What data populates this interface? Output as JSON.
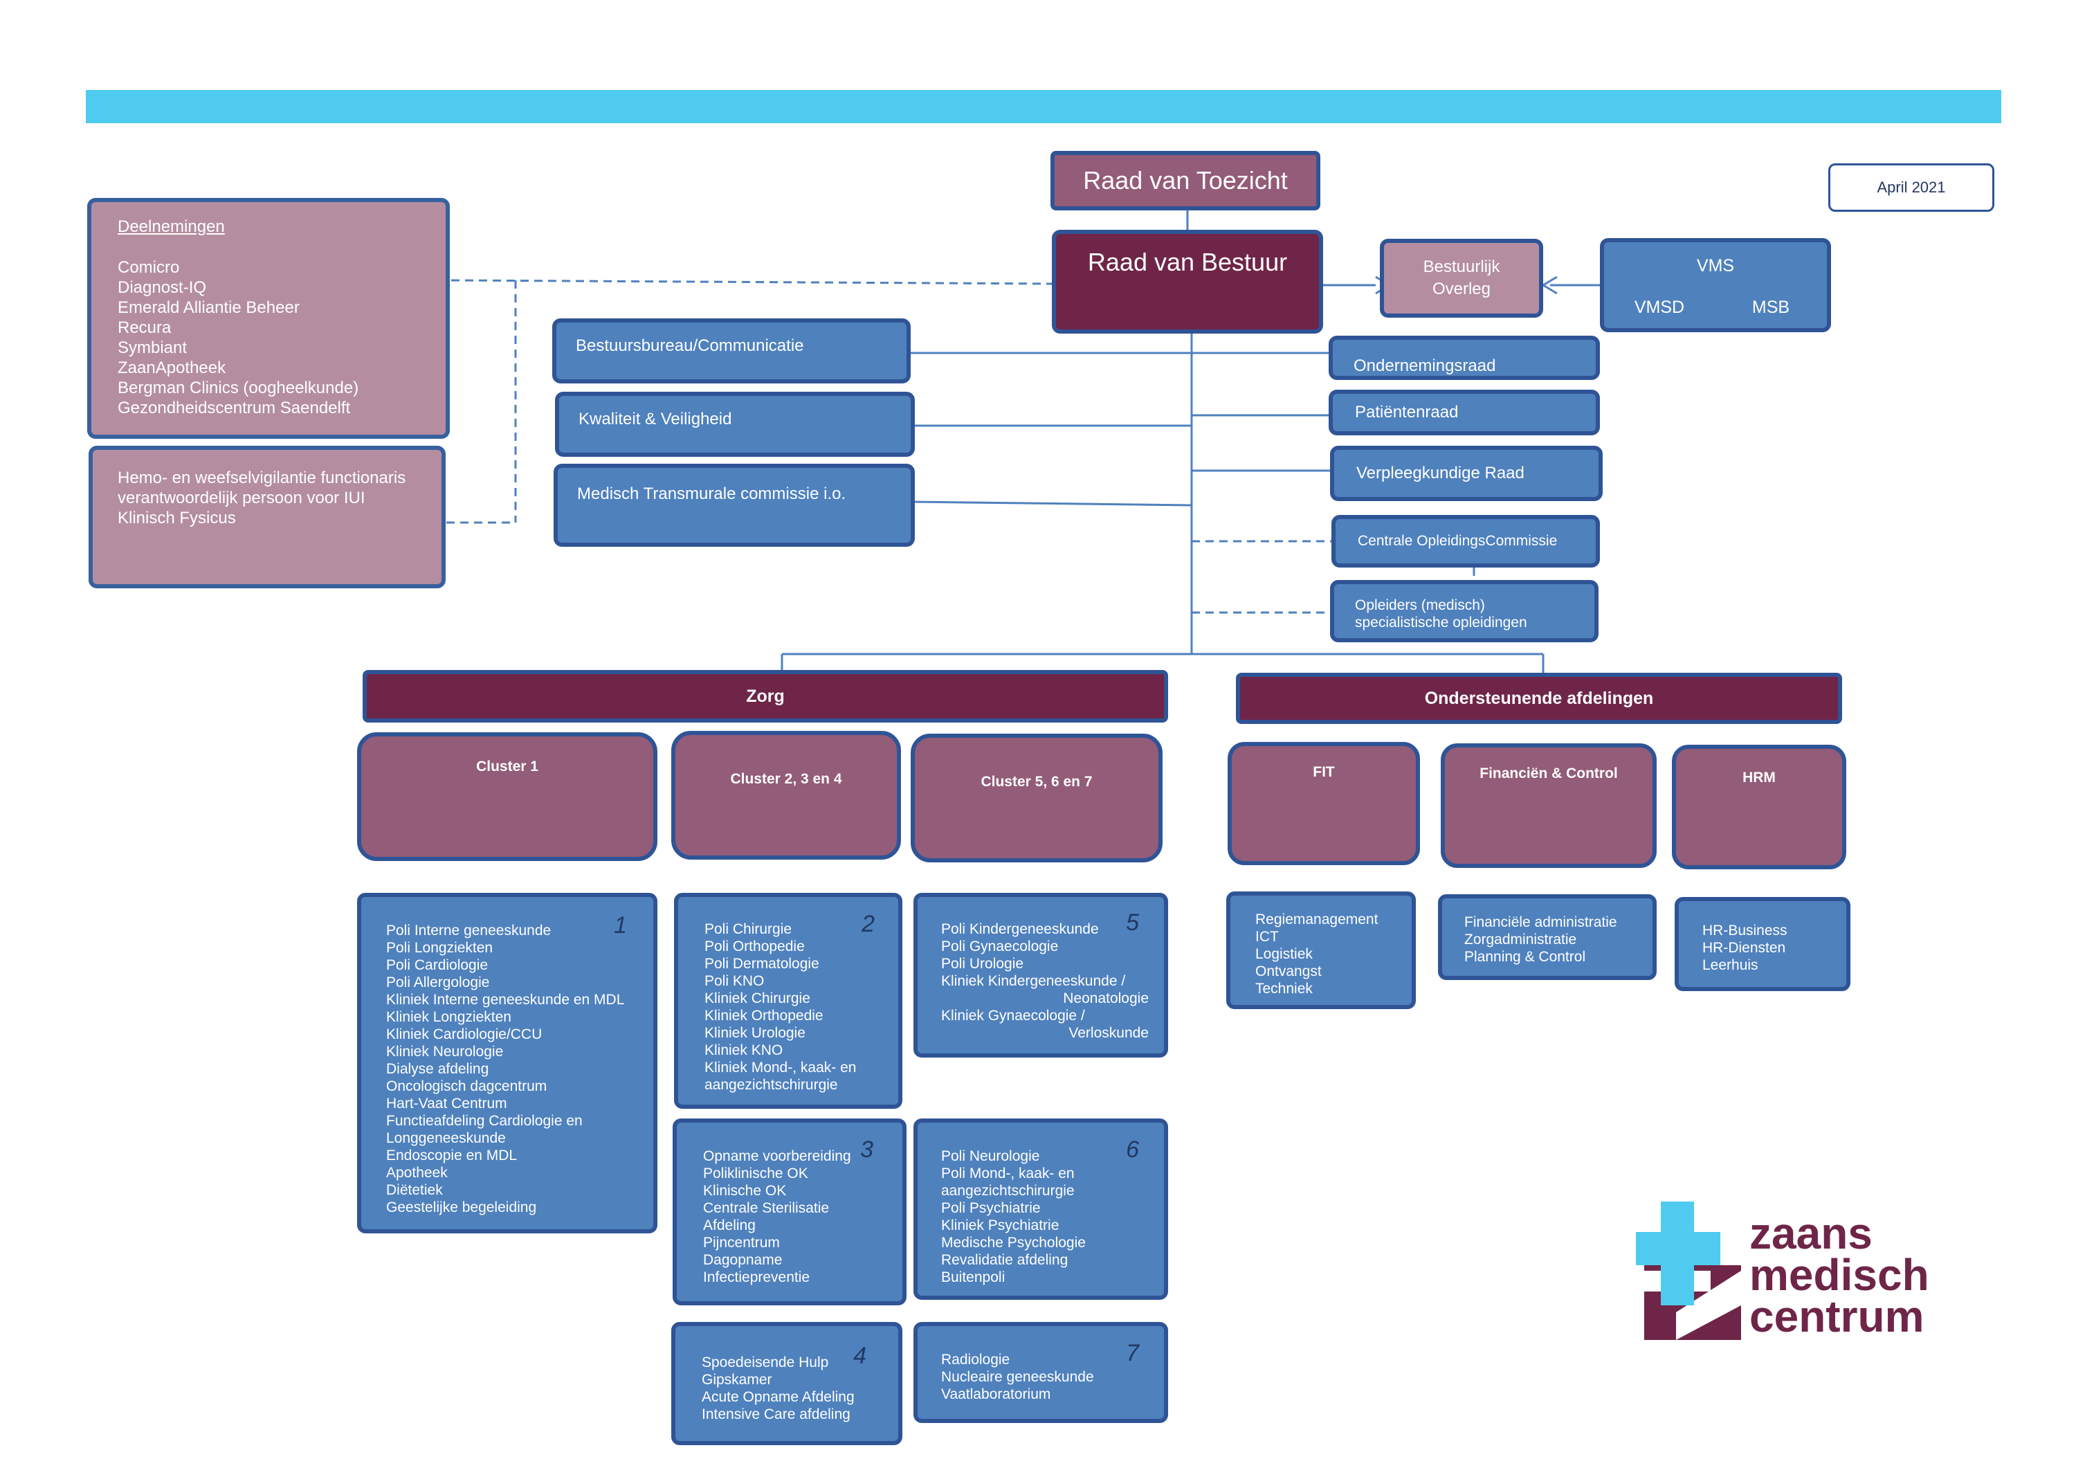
{
  "date_label": "April 2021",
  "governance": {
    "supervisory_board": "Raad van Toezicht",
    "executive_board": "Raad van Bestuur",
    "admin_consult": [
      "Bestuurlijk",
      "Overleg"
    ],
    "vms": {
      "title": "VMS",
      "left": "VMSD",
      "right": "MSB"
    }
  },
  "participations": {
    "heading": "Deelnemingen",
    "items": [
      "Comicro",
      "Diagnost-IQ",
      "Emerald Alliantie Beheer",
      "Recura",
      "Symbiant",
      "ZaanApotheek",
      "Bergman Clinics (oogheelkunde)",
      "Gezondheidscentrum Saendelft"
    ]
  },
  "officers": {
    "items": [
      "Hemo- en weefselvigilantie functionaris",
      "verantwoordelijk persoon voor IUI",
      "Klinisch Fysicus"
    ]
  },
  "staff_left": [
    "Bestuursbureau/Communicatie",
    "Kwaliteit & Veiligheid",
    "Medisch Transmurale commissie i.o."
  ],
  "councils": [
    "Ondernemingsraad",
    "Patiëntenraad",
    "Verpleegkundige Raad",
    "Centrale OpleidingsCommissie"
  ],
  "trainers": [
    "Opleiders (medisch)",
    "specialistische opleidingen"
  ],
  "divisions": {
    "care": "Zorg",
    "support": "Ondersteunende afdelingen"
  },
  "clusters": [
    "Cluster 1",
    "Cluster 2, 3 en 4",
    "Cluster 5, 6 en 7"
  ],
  "support_units": [
    "FIT",
    "Financiën & Control",
    "HRM"
  ],
  "groups": {
    "g1": {
      "num": "1",
      "items": [
        "Poli Interne geneeskunde",
        "Poli Longziekten",
        "Poli Cardiologie",
        "Poli Allergologie",
        "Kliniek Interne geneeskunde en MDL",
        "Kliniek Longziekten",
        "Kliniek Cardiologie/CCU",
        "Kliniek Neurologie",
        "Dialyse afdeling",
        "Oncologisch dagcentrum",
        "Hart-Vaat Centrum",
        "Functieafdeling Cardiologie en",
        "Longgeneeskunde",
        "Endoscopie en MDL",
        "Apotheek",
        "Diëtetiek",
        "Geestelijke begeleiding"
      ]
    },
    "g2": {
      "num": "2",
      "items": [
        "Poli Chirurgie",
        "Poli Orthopedie",
        "Poli Dermatologie",
        "Poli KNO",
        "Kliniek Chirurgie",
        "Kliniek Orthopedie",
        "Kliniek Urologie",
        "Kliniek KNO",
        "Kliniek Mond-, kaak- en",
        "aangezichtschirurgie"
      ]
    },
    "g3": {
      "num": "3",
      "items": [
        "Opname voorbereiding",
        "Poliklinische OK",
        "Klinische OK",
        "Centrale Sterilisatie",
        "Afdeling",
        "Pijncentrum",
        "Dagopname",
        "Infectiepreventie"
      ]
    },
    "g4": {
      "num": "4",
      "items": [
        "Spoedeisende Hulp",
        "Gipskamer",
        "Acute Opname Afdeling",
        "Intensive Care afdeling"
      ]
    },
    "g5": {
      "num": "5",
      "items": [
        "Poli Kindergeneeskunde",
        "Poli Gynaecologie",
        "Poli Urologie",
        "Kliniek Kindergeneeskunde /",
        "Neonatologie",
        "Kliniek Gynaecologie /",
        "Verloskunde"
      ]
    },
    "g6": {
      "num": "6",
      "items": [
        "Poli Neurologie",
        "Poli Mond-, kaak- en",
        "aangezichtschirurgie",
        "Poli Psychiatrie",
        "Kliniek Psychiatrie",
        "Medische Psychologie",
        "Revalidatie afdeling",
        "Buitenpoli"
      ]
    },
    "g7": {
      "num": "7",
      "items": [
        "Radiologie",
        "Nucleaire geneeskunde",
        "Vaatlaboratorium"
      ]
    }
  },
  "support_lists": {
    "fit": [
      "Regiemanagement",
      "ICT",
      "Logistiek",
      "Ontvangst",
      "Techniek"
    ],
    "fin": [
      "Financiële administratie",
      "Zorgadministratie",
      "Planning & Control"
    ],
    "hrm": [
      "HR-Business",
      "HR-Diensten",
      "Leerhuis"
    ]
  },
  "logo": {
    "lines": [
      "zaans",
      "medisch",
      "centrum"
    ]
  },
  "colors": {
    "bar": "#4ecbef",
    "blue": "#4f81bd",
    "plum": "#6e2548",
    "mauve": "#b48ea0",
    "rose": "#935c78",
    "border": "#2f5496"
  }
}
